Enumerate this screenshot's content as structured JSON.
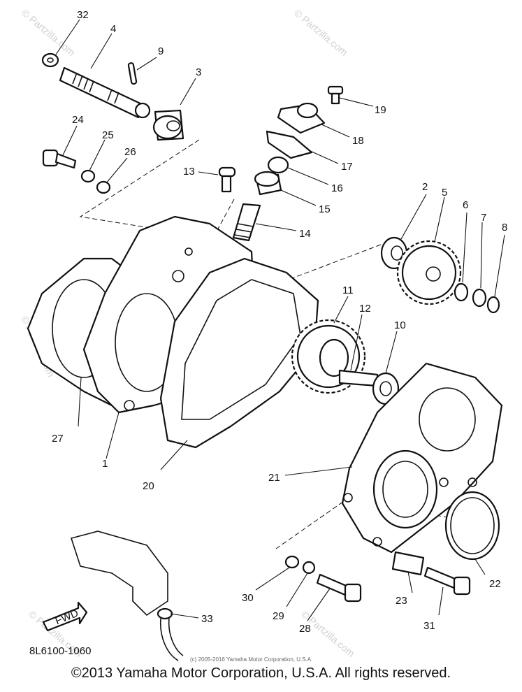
{
  "diagram": {
    "part_numbers": [
      "1",
      "2",
      "3",
      "4",
      "5",
      "6",
      "7",
      "8",
      "9",
      "10",
      "11",
      "12",
      "13",
      "14",
      "15",
      "16",
      "17",
      "18",
      "19",
      "20",
      "21",
      "22",
      "23",
      "24",
      "25",
      "26",
      "27",
      "28",
      "29",
      "30",
      "31",
      "32",
      "33"
    ],
    "fwd_label": "FWD",
    "drawing_code": "8L6100-1060",
    "small_notice": "(c) 2005-2016 Yamaha Motor Corporation, U.S.A.",
    "watermarks": [
      "© Partzilla.com",
      "© Partzilla.com",
      "© Partzilla.com",
      "© Partzilla.com",
      "© Partzilla.com"
    ]
  },
  "footer": {
    "copyright": "©2013 Yamaha Motor Corporation, U.S.A. All rights reserved."
  }
}
